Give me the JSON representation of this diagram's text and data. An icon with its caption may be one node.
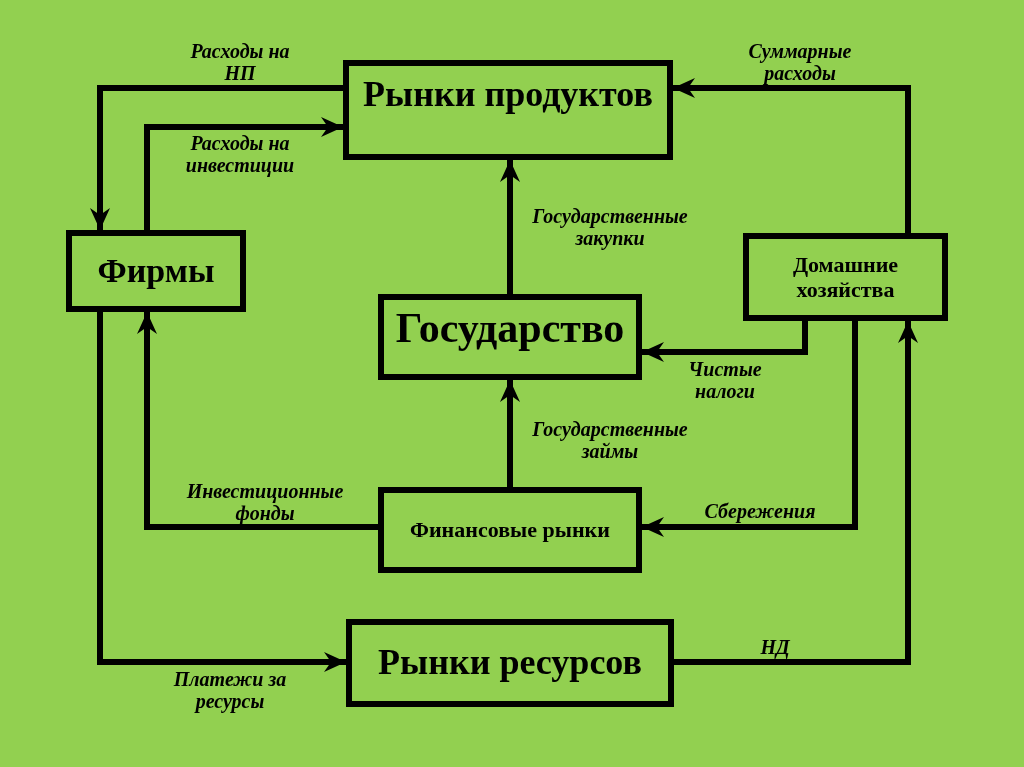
{
  "diagram": {
    "nodes": [
      {
        "text": [
          "Рынки продуктов"
        ]
      },
      {
        "text": [
          "Фирмы"
        ]
      },
      {
        "text": [
          "Домашние хозяйства"
        ]
      },
      {
        "text": [
          "Государство"
        ]
      },
      {
        "text": [
          "Финансовые рынки"
        ]
      },
      {
        "text": [
          "Рынки ресурсов"
        ]
      }
    ],
    "edges": [
      {
        "from": 0,
        "to": 1,
        "arrow": "to",
        "label": "Расходы на НП"
      },
      {
        "from": 1,
        "to": 0,
        "arrow": "to",
        "label": "Расходы на инвестиции"
      },
      {
        "from": 2,
        "to": 0,
        "arrow": "to",
        "label": "Суммарные расходы"
      },
      {
        "from": 3,
        "to": 0,
        "arrow": "to",
        "label": "Государственные закупки"
      },
      {
        "from": 2,
        "to": 3,
        "arrow": "to",
        "label": "Чистые налоги"
      },
      {
        "from": 4,
        "to": 3,
        "arrow": "to",
        "label": "Государственные займы"
      },
      {
        "from": 2,
        "to": 4,
        "arrow": "to",
        "label": "Сбережения"
      },
      {
        "from": 4,
        "to": 1,
        "arrow": "to",
        "label": "Инвестиционные фонды"
      },
      {
        "from": 1,
        "to": 5,
        "arrow": "to",
        "label": "Платежи за ресурсы"
      },
      {
        "from": 5,
        "to": 2,
        "arrow": "to",
        "label": "НД"
      }
    ]
  }
}
